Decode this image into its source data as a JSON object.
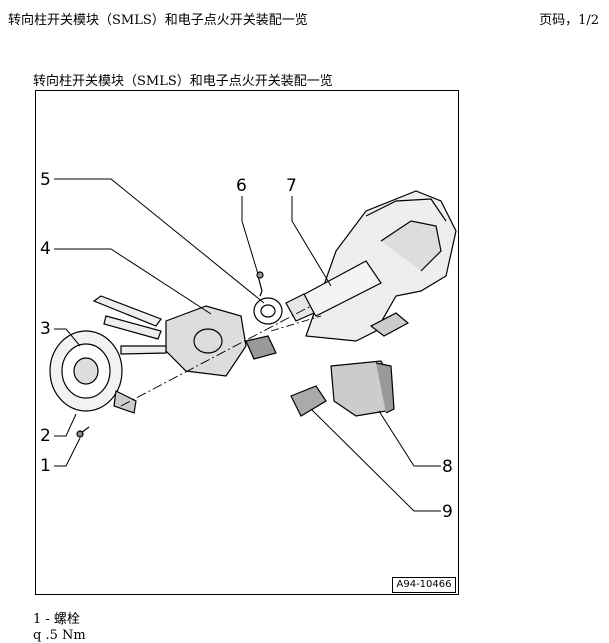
{
  "header": {
    "title": "转向柱开关模块（SMLS）和电子点火开关装配一览",
    "page_label": "页码，1/2"
  },
  "section": {
    "title": "转向柱开关模块（SMLS）和电子点火开关装配一览"
  },
  "figure": {
    "code": "A94-10466",
    "callouts": [
      "1",
      "2",
      "3",
      "4",
      "5",
      "6",
      "7",
      "8",
      "9"
    ]
  },
  "legend": [
    {
      "text": "1 -  螺栓"
    },
    {
      "text": "q    .5 Nm"
    }
  ]
}
